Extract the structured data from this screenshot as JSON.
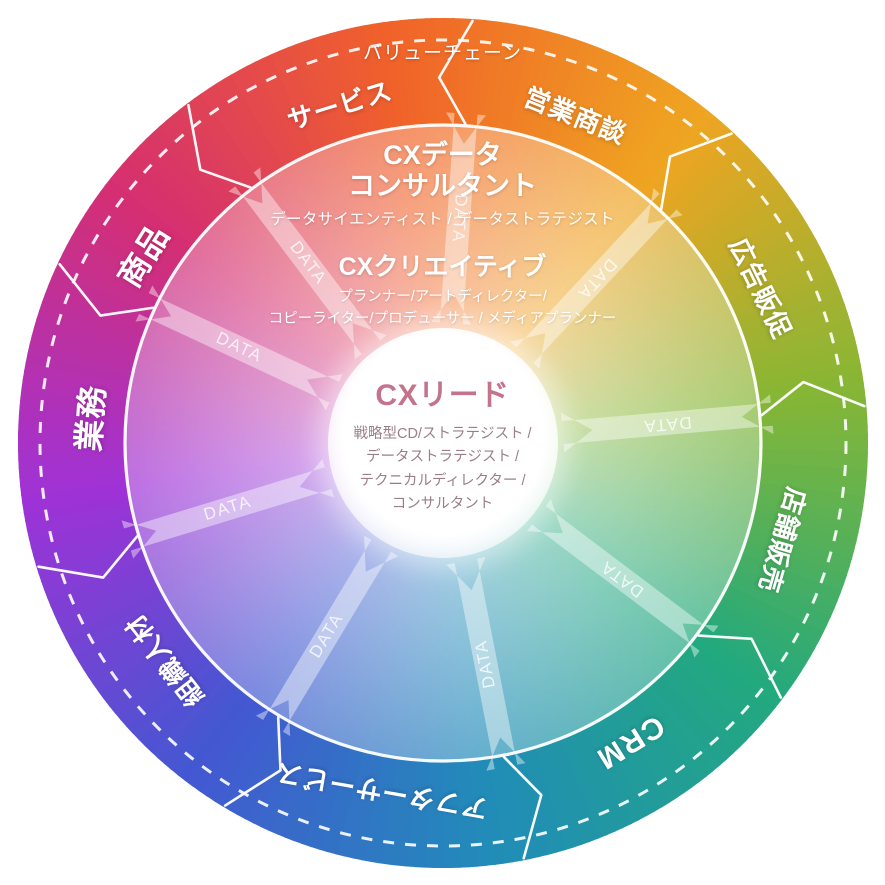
{
  "diagram": {
    "title_ring_label": "バリューチェーン",
    "center": {
      "heading": "CXリード",
      "roles": [
        "戦略型CD/ストラテジスト /",
        "データストラテジスト /",
        "テクニカルディレクター /",
        "コンサルタント"
      ]
    },
    "middle_band": {
      "heading_line1": "CXクリエイティブ",
      "roles": [
        "プランナー/アートディレクター/",
        "コピーライター/プロデューサー / メディアプランナー"
      ]
    },
    "outer_band": {
      "heading_line1": "CXデータ",
      "heading_line2": "コンサルタント",
      "roles": [
        "データサイエンティスト / データストラテジスト"
      ]
    },
    "data_arrow_label": "DATA",
    "ring_segments": [
      {
        "label": "商品",
        "angle_deg": -58,
        "color": "#a82ad0"
      },
      {
        "label": "サービス",
        "angle_deg": -17,
        "color": "#d62a6e"
      },
      {
        "label": "営業商談",
        "angle_deg": 22,
        "color": "#ef5a22"
      },
      {
        "label": "広告販促",
        "angle_deg": 64,
        "color": "#f08a1c"
      },
      {
        "label": "店舗販売",
        "angle_deg": 106,
        "color": "#e8a515"
      },
      {
        "label": "CRM",
        "angle_deg": 148,
        "color": "#8cb02a"
      },
      {
        "label": "アフターサービス",
        "angle_deg": 190,
        "color": "#19a06a"
      },
      {
        "label": "組織人材",
        "angle_deg": 232,
        "color": "#128ba4"
      },
      {
        "label": "業務",
        "angle_deg": 274,
        "color": "#2b53c8"
      }
    ],
    "colors": {
      "ring_stop_0": "#9b27d4",
      "ring_stop_1": "#d3246b",
      "ring_stop_2": "#f05a1e",
      "ring_stop_3": "#efa016",
      "ring_stop_4": "#7fb32b",
      "ring_stop_5": "#17a578",
      "ring_stop_6": "#1687b5",
      "ring_stop_7": "#3a4fd0",
      "center_heading": "#c4738c",
      "center_role": "#9a7f86",
      "dash_stroke": "#ffffff"
    }
  }
}
